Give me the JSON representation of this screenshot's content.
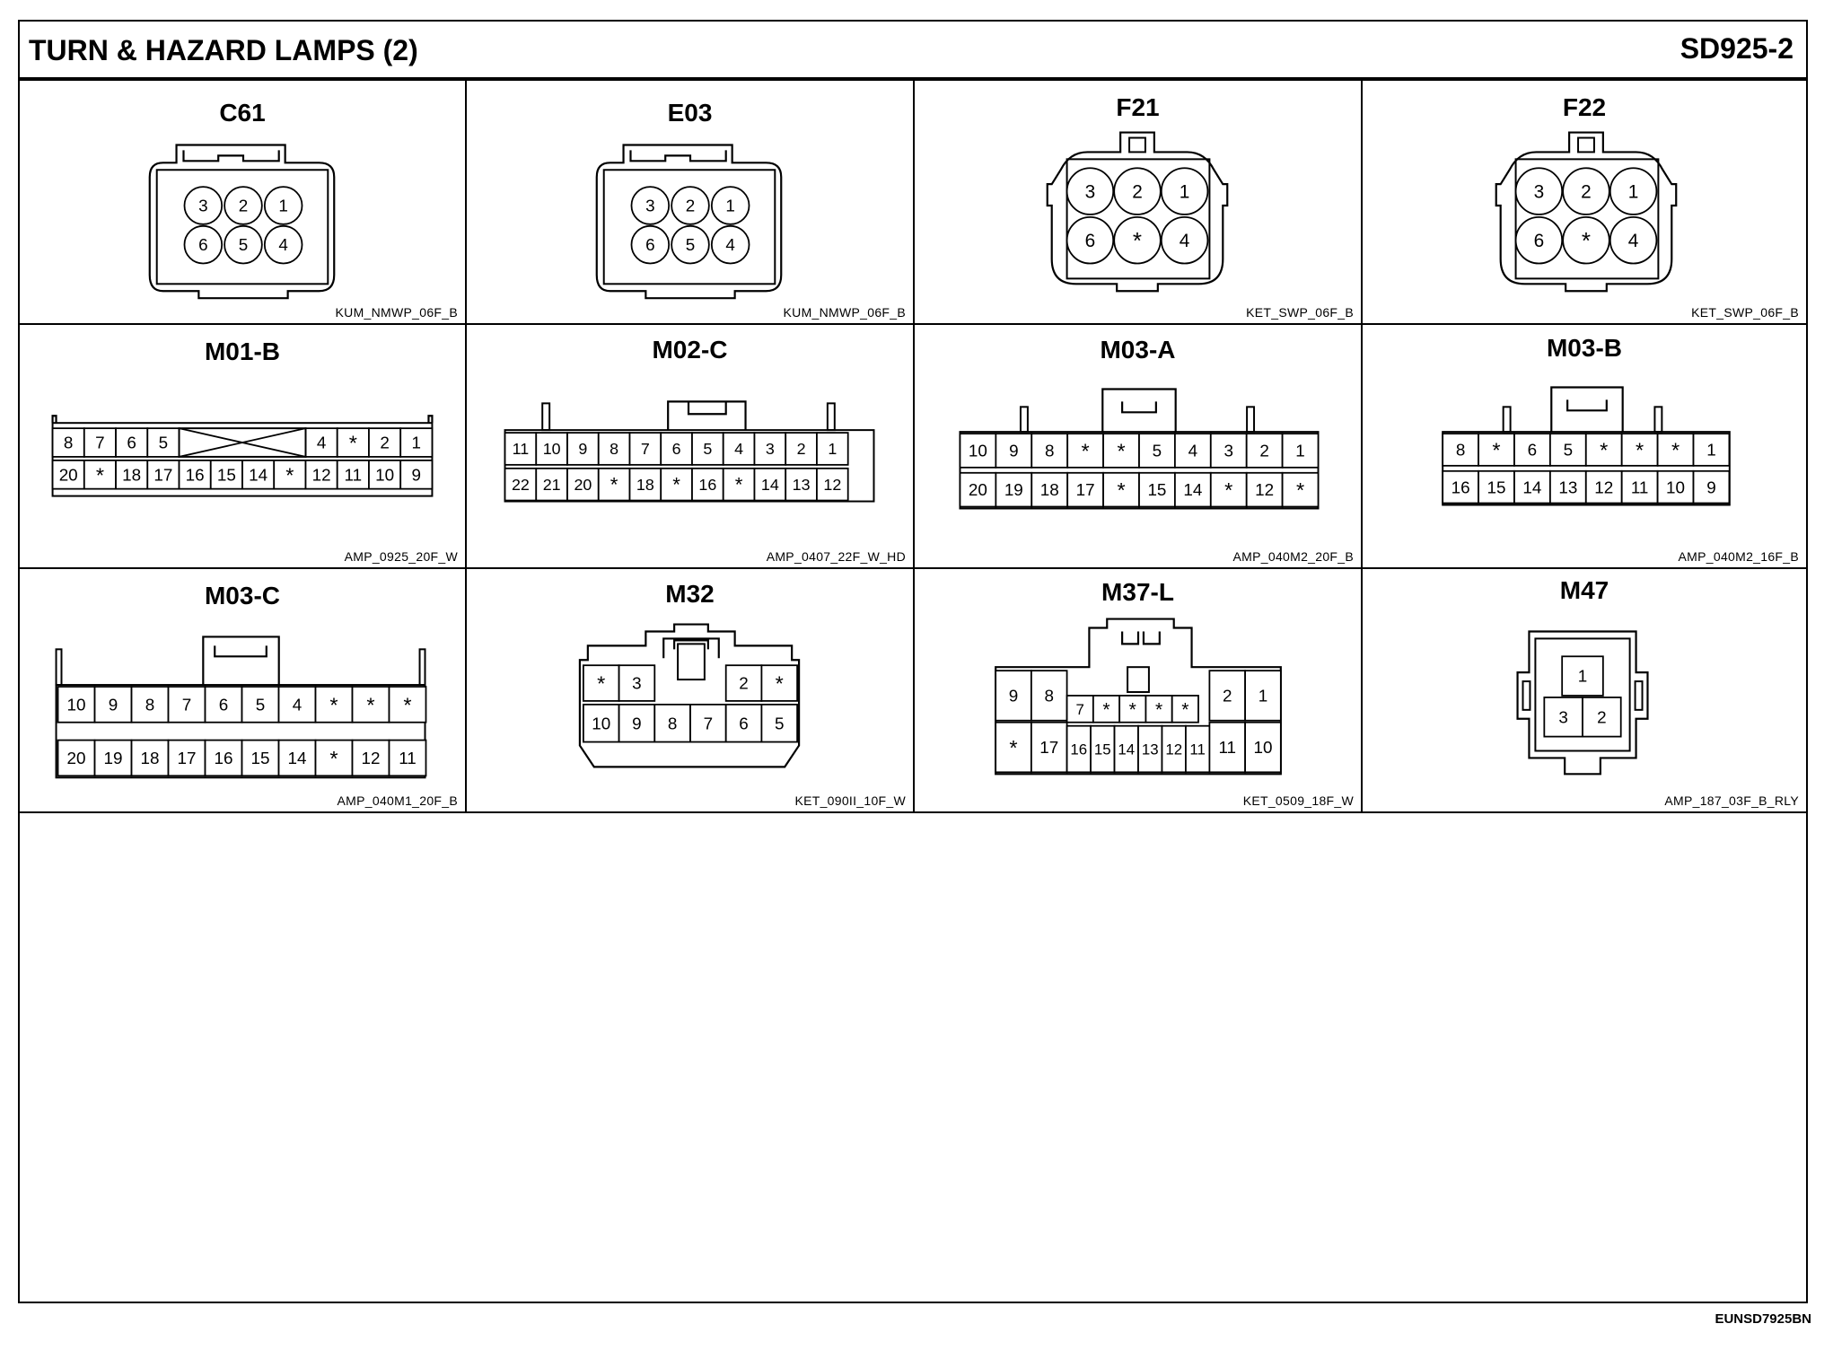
{
  "header": {
    "title": "TURN & HAZARD LAMPS (2)",
    "doc_id": "SD925-2"
  },
  "footer": {
    "code": "EUNSD7925BN"
  },
  "connectors": [
    {
      "id": "C61",
      "code": "KUM_NMWP_06F_B",
      "pins": [
        [
          "3",
          "2",
          "1"
        ],
        [
          "6",
          "5",
          "4"
        ]
      ]
    },
    {
      "id": "E03",
      "code": "KUM_NMWP_06F_B",
      "pins": [
        [
          "3",
          "2",
          "1"
        ],
        [
          "6",
          "5",
          "4"
        ]
      ]
    },
    {
      "id": "F21",
      "code": "KET_SWP_06F_B",
      "pins": [
        [
          "3",
          "2",
          "1"
        ],
        [
          "6",
          "*",
          "4"
        ]
      ]
    },
    {
      "id": "F22",
      "code": "KET_SWP_06F_B",
      "pins": [
        [
          "3",
          "2",
          "1"
        ],
        [
          "6",
          "*",
          "4"
        ]
      ]
    },
    {
      "id": "M01-B",
      "code": "AMP_0925_20F_W",
      "pins": [
        [
          "8",
          "7",
          "6",
          "5",
          "",
          "",
          "",
          "",
          "4",
          "*",
          "2",
          "1"
        ],
        [
          "20",
          "*",
          "18",
          "17",
          "16",
          "15",
          "14",
          "*",
          "12",
          "11",
          "10",
          "9"
        ]
      ]
    },
    {
      "id": "M02-C",
      "code": "AMP_0407_22F_W_HD",
      "pins": [
        [
          "11",
          "10",
          "9",
          "8",
          "7",
          "6",
          "5",
          "4",
          "3",
          "2",
          "1"
        ],
        [
          "22",
          "21",
          "20",
          "*",
          "18",
          "*",
          "16",
          "*",
          "14",
          "13",
          "12"
        ]
      ]
    },
    {
      "id": "M03-A",
      "code": "AMP_040M2_20F_B",
      "pins": [
        [
          "10",
          "9",
          "8",
          "*",
          "*",
          "5",
          "4",
          "3",
          "2",
          "1"
        ],
        [
          "20",
          "19",
          "18",
          "17",
          "*",
          "15",
          "14",
          "*",
          "12",
          "*"
        ]
      ]
    },
    {
      "id": "M03-B",
      "code": "AMP_040M2_16F_B",
      "pins": [
        [
          "8",
          "*",
          "6",
          "5",
          "*",
          "*",
          "*",
          "1"
        ],
        [
          "16",
          "15",
          "14",
          "13",
          "12",
          "11",
          "10",
          "9"
        ]
      ]
    },
    {
      "id": "M03-C",
      "code": "AMP_040M1_20F_B",
      "pins": [
        [
          "10",
          "9",
          "8",
          "7",
          "6",
          "5",
          "4",
          "*",
          "*",
          "*"
        ],
        [
          "20",
          "19",
          "18",
          "17",
          "16",
          "15",
          "14",
          "*",
          "12",
          "11"
        ]
      ]
    },
    {
      "id": "M32",
      "code": "KET_090II_10F_W",
      "pins": [
        [
          "*",
          "3",
          "2",
          "*"
        ],
        [
          "10",
          "9",
          "8",
          "7",
          "6",
          "5"
        ]
      ]
    },
    {
      "id": "M37-L",
      "code": "KET_0509_18F_W",
      "pins": [
        [
          "9",
          "8",
          "7",
          "*",
          "*",
          "*",
          "*",
          "2",
          "1"
        ],
        [
          "*",
          "17",
          "16",
          "15",
          "14",
          "13",
          "12",
          "11",
          "10"
        ]
      ]
    },
    {
      "id": "M47",
      "code": "AMP_187_03F_B_RLY",
      "pins": [
        [
          "1"
        ],
        [
          "3",
          "2"
        ]
      ]
    }
  ]
}
